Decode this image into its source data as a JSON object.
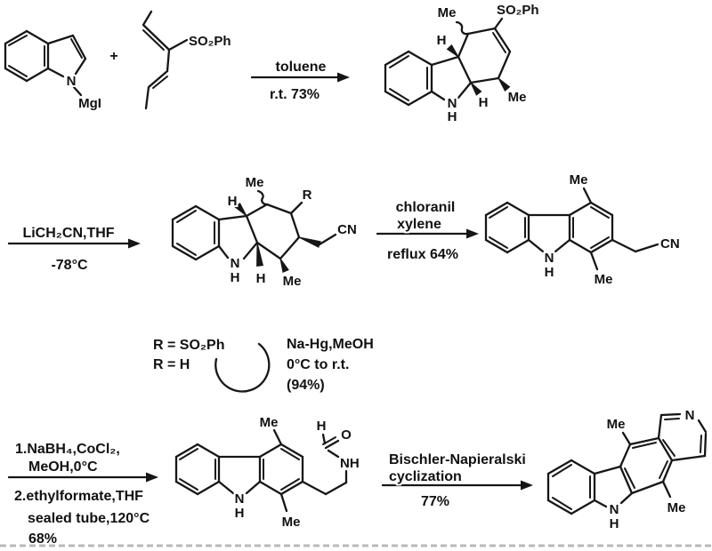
{
  "colors": {
    "ink": "#161616",
    "paper": "#ffffff"
  },
  "step1": {
    "reactant1": {
      "n": "N",
      "mgi": "MgI"
    },
    "plus": "+",
    "reactant2": {
      "so2ph": "SO₂Ph"
    },
    "arrow": {
      "solvent": "toluene",
      "conditions": "r.t. 73%"
    },
    "product": {
      "me_top": "Me",
      "so2ph": "SO₂Ph",
      "h_top": "H",
      "h_bottom": "H",
      "me_bottom": "Me",
      "n": "N",
      "nh": "H"
    }
  },
  "step2": {
    "arrow_in": {
      "reagent": "LiCH₂CN,THF",
      "temp": "-78°C"
    },
    "intermediate": {
      "me_top": "Me",
      "h_top": "H",
      "r": "R",
      "cn": "CN",
      "me_bottom": "Me",
      "h_bottom": "H",
      "n": "N",
      "nh": "H"
    },
    "arrow_out": {
      "reagent": "chloranil",
      "solvent": "xylene",
      "conditions": "reflux 64%"
    },
    "product": {
      "me_top": "Me",
      "cn": "CN",
      "me_bottom": "Me",
      "n": "N",
      "nh": "H"
    }
  },
  "step3": {
    "r_before": "R = SO₂Ph",
    "r_after": "R = H",
    "reagent": "Na-Hg,MeOH",
    "temp": "0°C to r.t.",
    "yield": "(94%)"
  },
  "step4": {
    "arrow": {
      "above1": "1.NaBH₄,CoCl₂,",
      "above2": "MeOH,0°C",
      "below1": "2.ethylformate,THF",
      "below2": "sealed tube,120°C",
      "below3": "68%"
    },
    "amide": {
      "me_top": "Me",
      "h_formyl": "H",
      "o": "O",
      "nh": "NH",
      "me_bottom": "Me",
      "n": "N",
      "nh_ring": "H"
    },
    "arrow2": {
      "name1": "Bischler-Napieralski",
      "name2": "cyclization",
      "yield": "77%"
    },
    "product": {
      "me_top": "Me",
      "n_pyridine": "N",
      "me_bottom": "Me",
      "n": "N",
      "nh": "H"
    }
  }
}
